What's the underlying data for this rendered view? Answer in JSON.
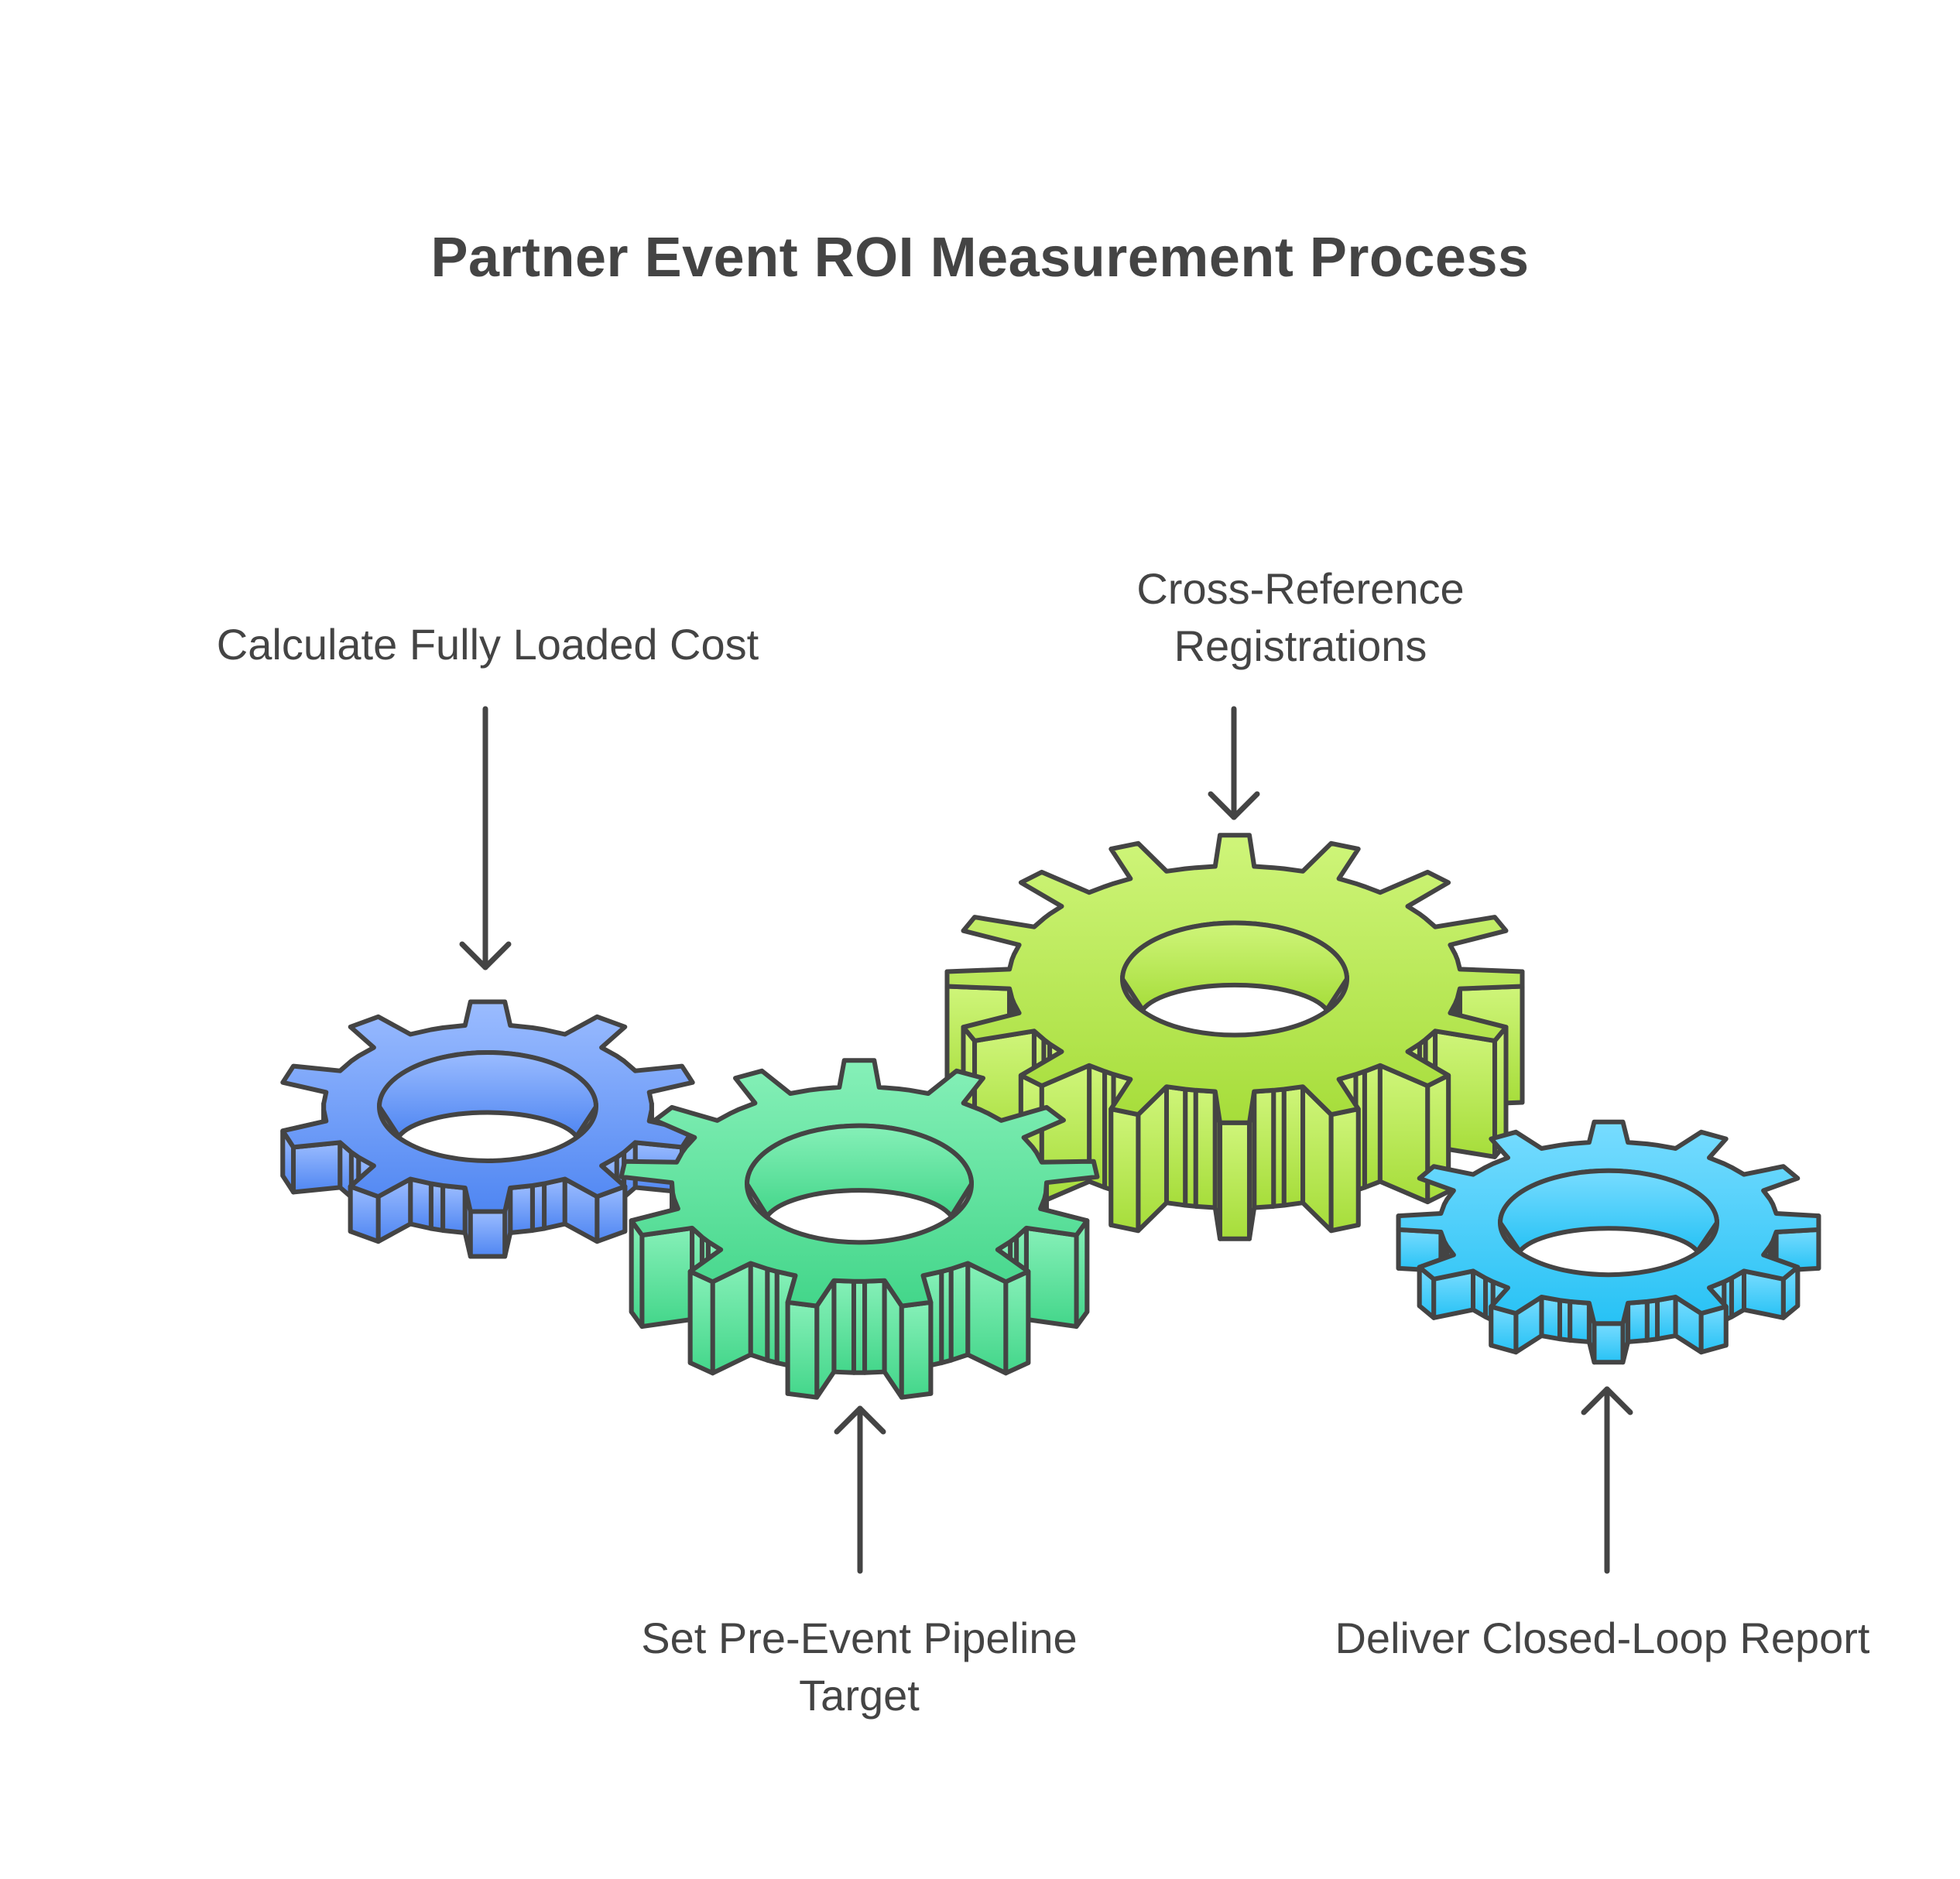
{
  "title": "Partner Event ROI Measurement Process",
  "steps": [
    {
      "label_lines": [
        "Calculate Fully Loaded Cost"
      ],
      "color_light": "#9bbcff",
      "color_dark": "#4f86f2"
    },
    {
      "label_lines": [
        "Set Pre-Event Pipeline",
        "Target"
      ],
      "color_light": "#86f0b8",
      "color_dark": "#43d68a"
    },
    {
      "label_lines": [
        "Cross-Reference",
        "Registrations"
      ],
      "color_light": "#cff57a",
      "color_dark": "#a6dd3a"
    },
    {
      "label_lines": [
        "Deliver Closed-Loop Report"
      ],
      "color_light": "#78dcff",
      "color_dark": "#27c2f5"
    }
  ],
  "stroke_color": "#444444"
}
